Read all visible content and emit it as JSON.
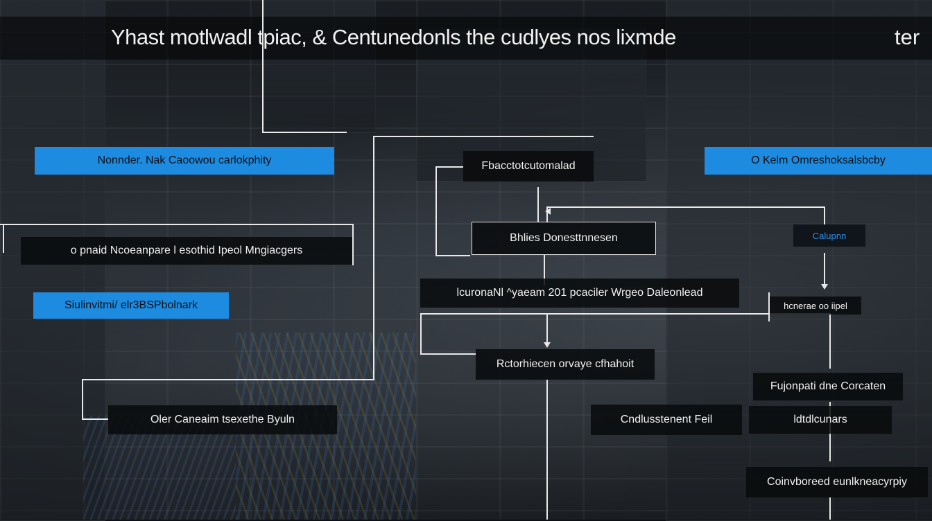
{
  "title": "Yhast motlwadl tpiac, & Centunedonls the cudlyes nos lixmde",
  "title_tail": "ter",
  "nodes": {
    "n1": "Nonnder. Nak Caoowou carlokphity",
    "n2": "Fbacctotcutomalad",
    "n3": "O Kelm Omreshoksalsbcby",
    "n4": "Bhlies Donesttnnesen",
    "n5": "Calupnn",
    "n6": "o pnaid Ncoeanpare l esothid Ipeol Mngiacgers",
    "n7": "Siulinvitmi/ elr3BSPbolnark",
    "n8": "lcuronaNl ^yaeam  201 pcaciler Wrgeo Daleonlead",
    "n9": "Rctorhiecen orvaye cfhahoit",
    "n10": "Oler Caneaim tsexethe Byuln",
    "n11": "Cndlusstenent Feil",
    "n12": "Fujonpati dne Corcaten",
    "n13": "ldtdlcunars",
    "n14": "Coinvboreed eunlkneacyrpiy",
    "n15": "hcnerae oo iipel"
  }
}
